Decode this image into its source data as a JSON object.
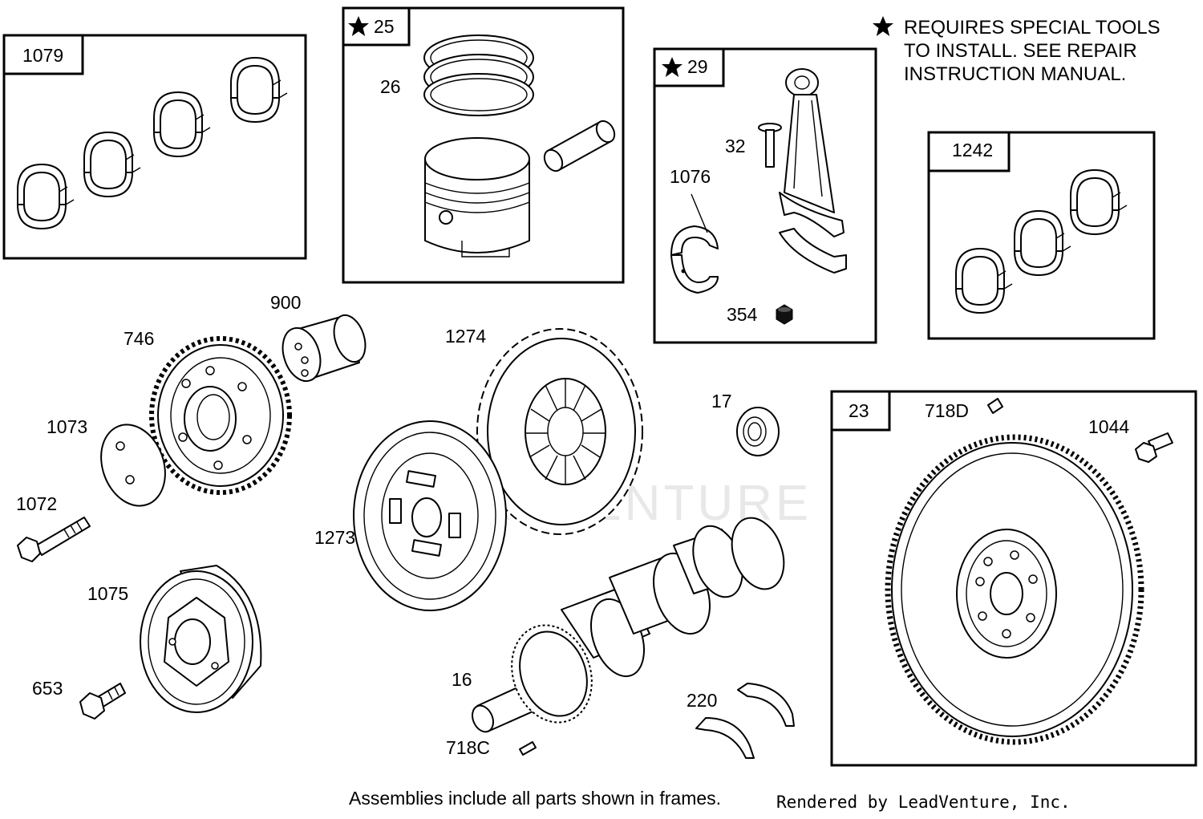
{
  "watermark": "LEADVENTURE",
  "note": {
    "star_icon": "star-icon",
    "lines": [
      "REQUIRES SPECIAL TOOLS",
      "TO INSTALL. SEE REPAIR",
      "INSTRUCTION MANUAL."
    ]
  },
  "frames": {
    "f1079": "1079",
    "f25": "25",
    "f29": "29",
    "f1242": "1242",
    "f23": "23"
  },
  "labels": {
    "p26": "26",
    "p32": "32",
    "p1076": "1076",
    "p354": "354",
    "p900": "900",
    "p746": "746",
    "p1073": "1073",
    "p1072": "1072",
    "p1075": "1075",
    "p653": "653",
    "p1274": "1274",
    "p1273": "1273",
    "p17": "17",
    "p16": "16",
    "p718C": "718C",
    "p220": "220",
    "p718D": "718D",
    "p1044": "1044"
  },
  "footer": {
    "assemblies": "Assemblies include all parts shown in frames.",
    "rendered": "Rendered by LeadVenture, Inc."
  }
}
